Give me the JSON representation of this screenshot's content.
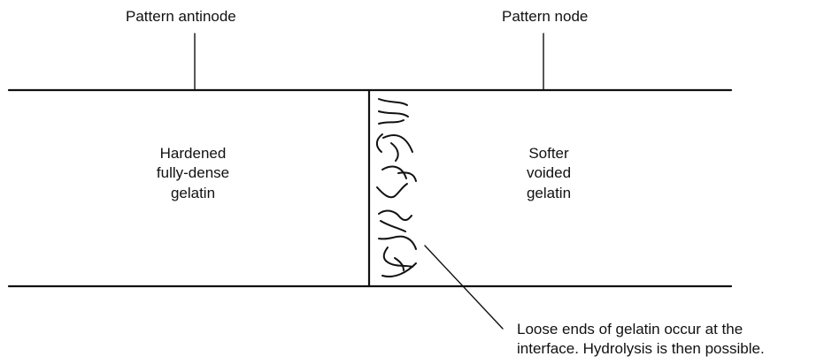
{
  "labels": {
    "antinode": "Pattern antinode",
    "node": "Pattern node",
    "hardened": [
      "Hardened",
      "fully-dense",
      "gelatin"
    ],
    "softer": [
      "Softer",
      "voided",
      "gelatin"
    ],
    "loose_ends": [
      "Loose ends of gelatin occur at the",
      "interface. Hydrolysis is then possible."
    ]
  },
  "colors": {
    "ink": "#111111",
    "background": "#ffffff"
  }
}
